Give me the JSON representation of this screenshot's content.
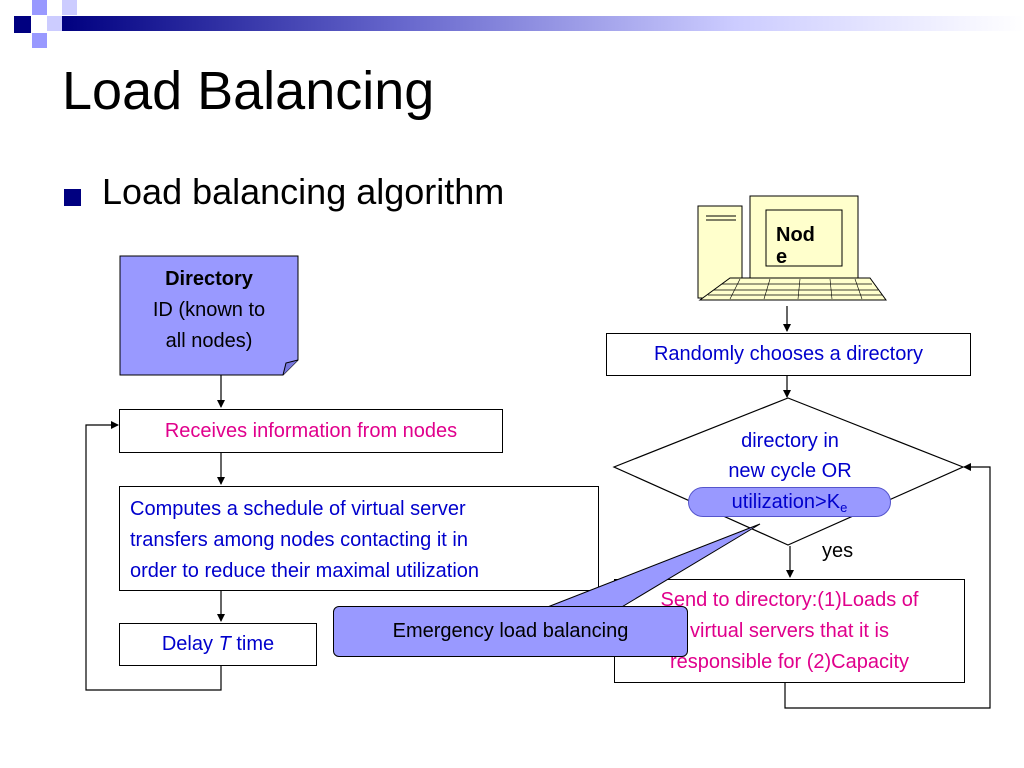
{
  "slide": {
    "title": "Load Balancing",
    "bullet": "Load balancing algorithm"
  },
  "diagram": {
    "directory_note": {
      "line1": "Directory",
      "line2": "ID (known to",
      "line3": "all nodes)"
    },
    "receives": "Receives information from nodes",
    "computes": {
      "line1": "Computes a schedule of virtual server",
      "line2": "transfers among nodes contacting it in",
      "line3": "order to reduce their maximal utilization"
    },
    "delay": {
      "prefix": "Delay ",
      "var": "T",
      "suffix": " time"
    },
    "node_label": {
      "line1": "Nod",
      "line2": "e"
    },
    "randomly": "Randomly chooses a directory",
    "decision": {
      "line1": "directory in",
      "line2": "new cycle OR",
      "line3": "utilization>K",
      "subscript": "e"
    },
    "yes": "yes",
    "send": {
      "line1": "Send to directory:(1)Loads of",
      "line2": "virtual servers that it is",
      "line3": "responsible for  (2)Capacity"
    },
    "callout": "Emergency load balancing"
  },
  "colors": {
    "title_square_dark": "#000080",
    "note_fill": "#9999ff",
    "node_fill": "#ffffcc",
    "callout_fill": "#9999ff",
    "blue_text": "#0000cc",
    "magenta_text": "#e0008c"
  }
}
